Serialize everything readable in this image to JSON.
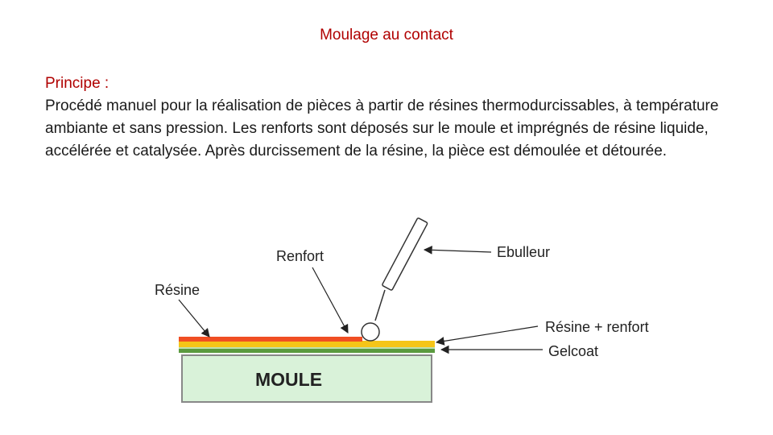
{
  "title": "Moulage au contact",
  "principle": {
    "label": "Principe :",
    "text": "Procédé manuel pour la réalisation de pièces à partir de résines thermodurcissables, à température ambiante et sans pression. Les renforts sont déposés sur le moule et imprégnés de résine liquide, accélérée et catalysée. Après durcissement de la résine, la pièce est démoulée et détourée."
  },
  "diagram": {
    "labels": {
      "renfort": "Renfort",
      "ebulleur": "Ebulleur",
      "resine": "Résine",
      "resine_renfort": "Résine + renfort",
      "gelcoat": "Gelcoat",
      "moule": "MOULE"
    },
    "colors": {
      "resin_layer": "#f04e23",
      "reinforcement_layer": "#f5c518",
      "gelcoat_layer": "#5a9a3f",
      "mould_fill": "#d9f2d9",
      "mould_stroke": "#888888",
      "title_red": "#b00000"
    }
  }
}
